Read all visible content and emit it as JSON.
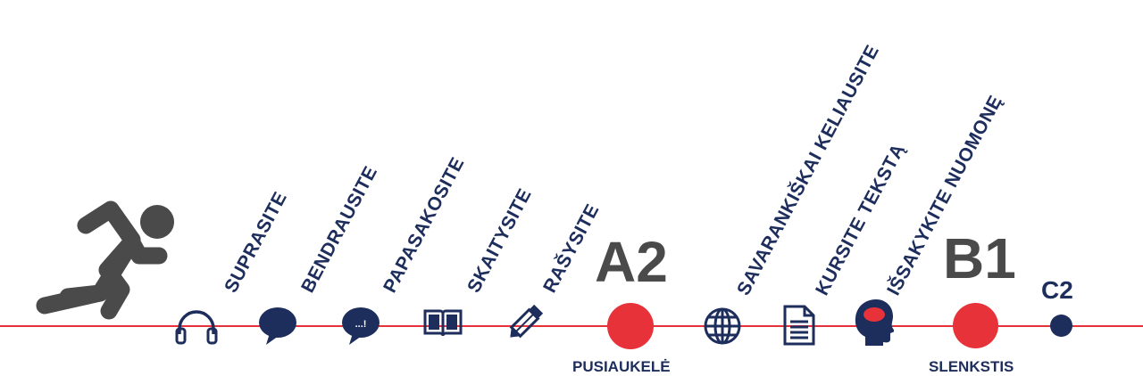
{
  "colors": {
    "navy": "#1d2d5c",
    "red": "#e8323a",
    "gray": "#4a4a4a"
  },
  "skills": [
    {
      "label": "SUPRASITE",
      "icon": "headphones-icon"
    },
    {
      "label": "BENDRAUSITE",
      "icon": "speech-bubble-icon"
    },
    {
      "label": "PAPASAKOSITE",
      "icon": "speech-bubble-dots-icon"
    },
    {
      "label": "SKAITYSITE",
      "icon": "open-book-icon"
    },
    {
      "label": "RAŠYSITE",
      "icon": "pencil-icon"
    },
    {
      "label": "SAVARANKIŠKAI KELIAUSITE",
      "icon": "globe-icon"
    },
    {
      "label": "KURSITE TEKSTĄ",
      "icon": "document-icon"
    },
    {
      "label": "IŠSAKYKITE NUOMONĘ",
      "icon": "head-brain-icon"
    }
  ],
  "levels": {
    "a2": {
      "label": "A2",
      "caption": "PUSIAUKELĖ"
    },
    "b1": {
      "label": "B1",
      "caption": "SLENKSTIS"
    },
    "c2": {
      "label": "C2"
    }
  },
  "runner_icon": "runner-icon",
  "bubble_text": "...!"
}
